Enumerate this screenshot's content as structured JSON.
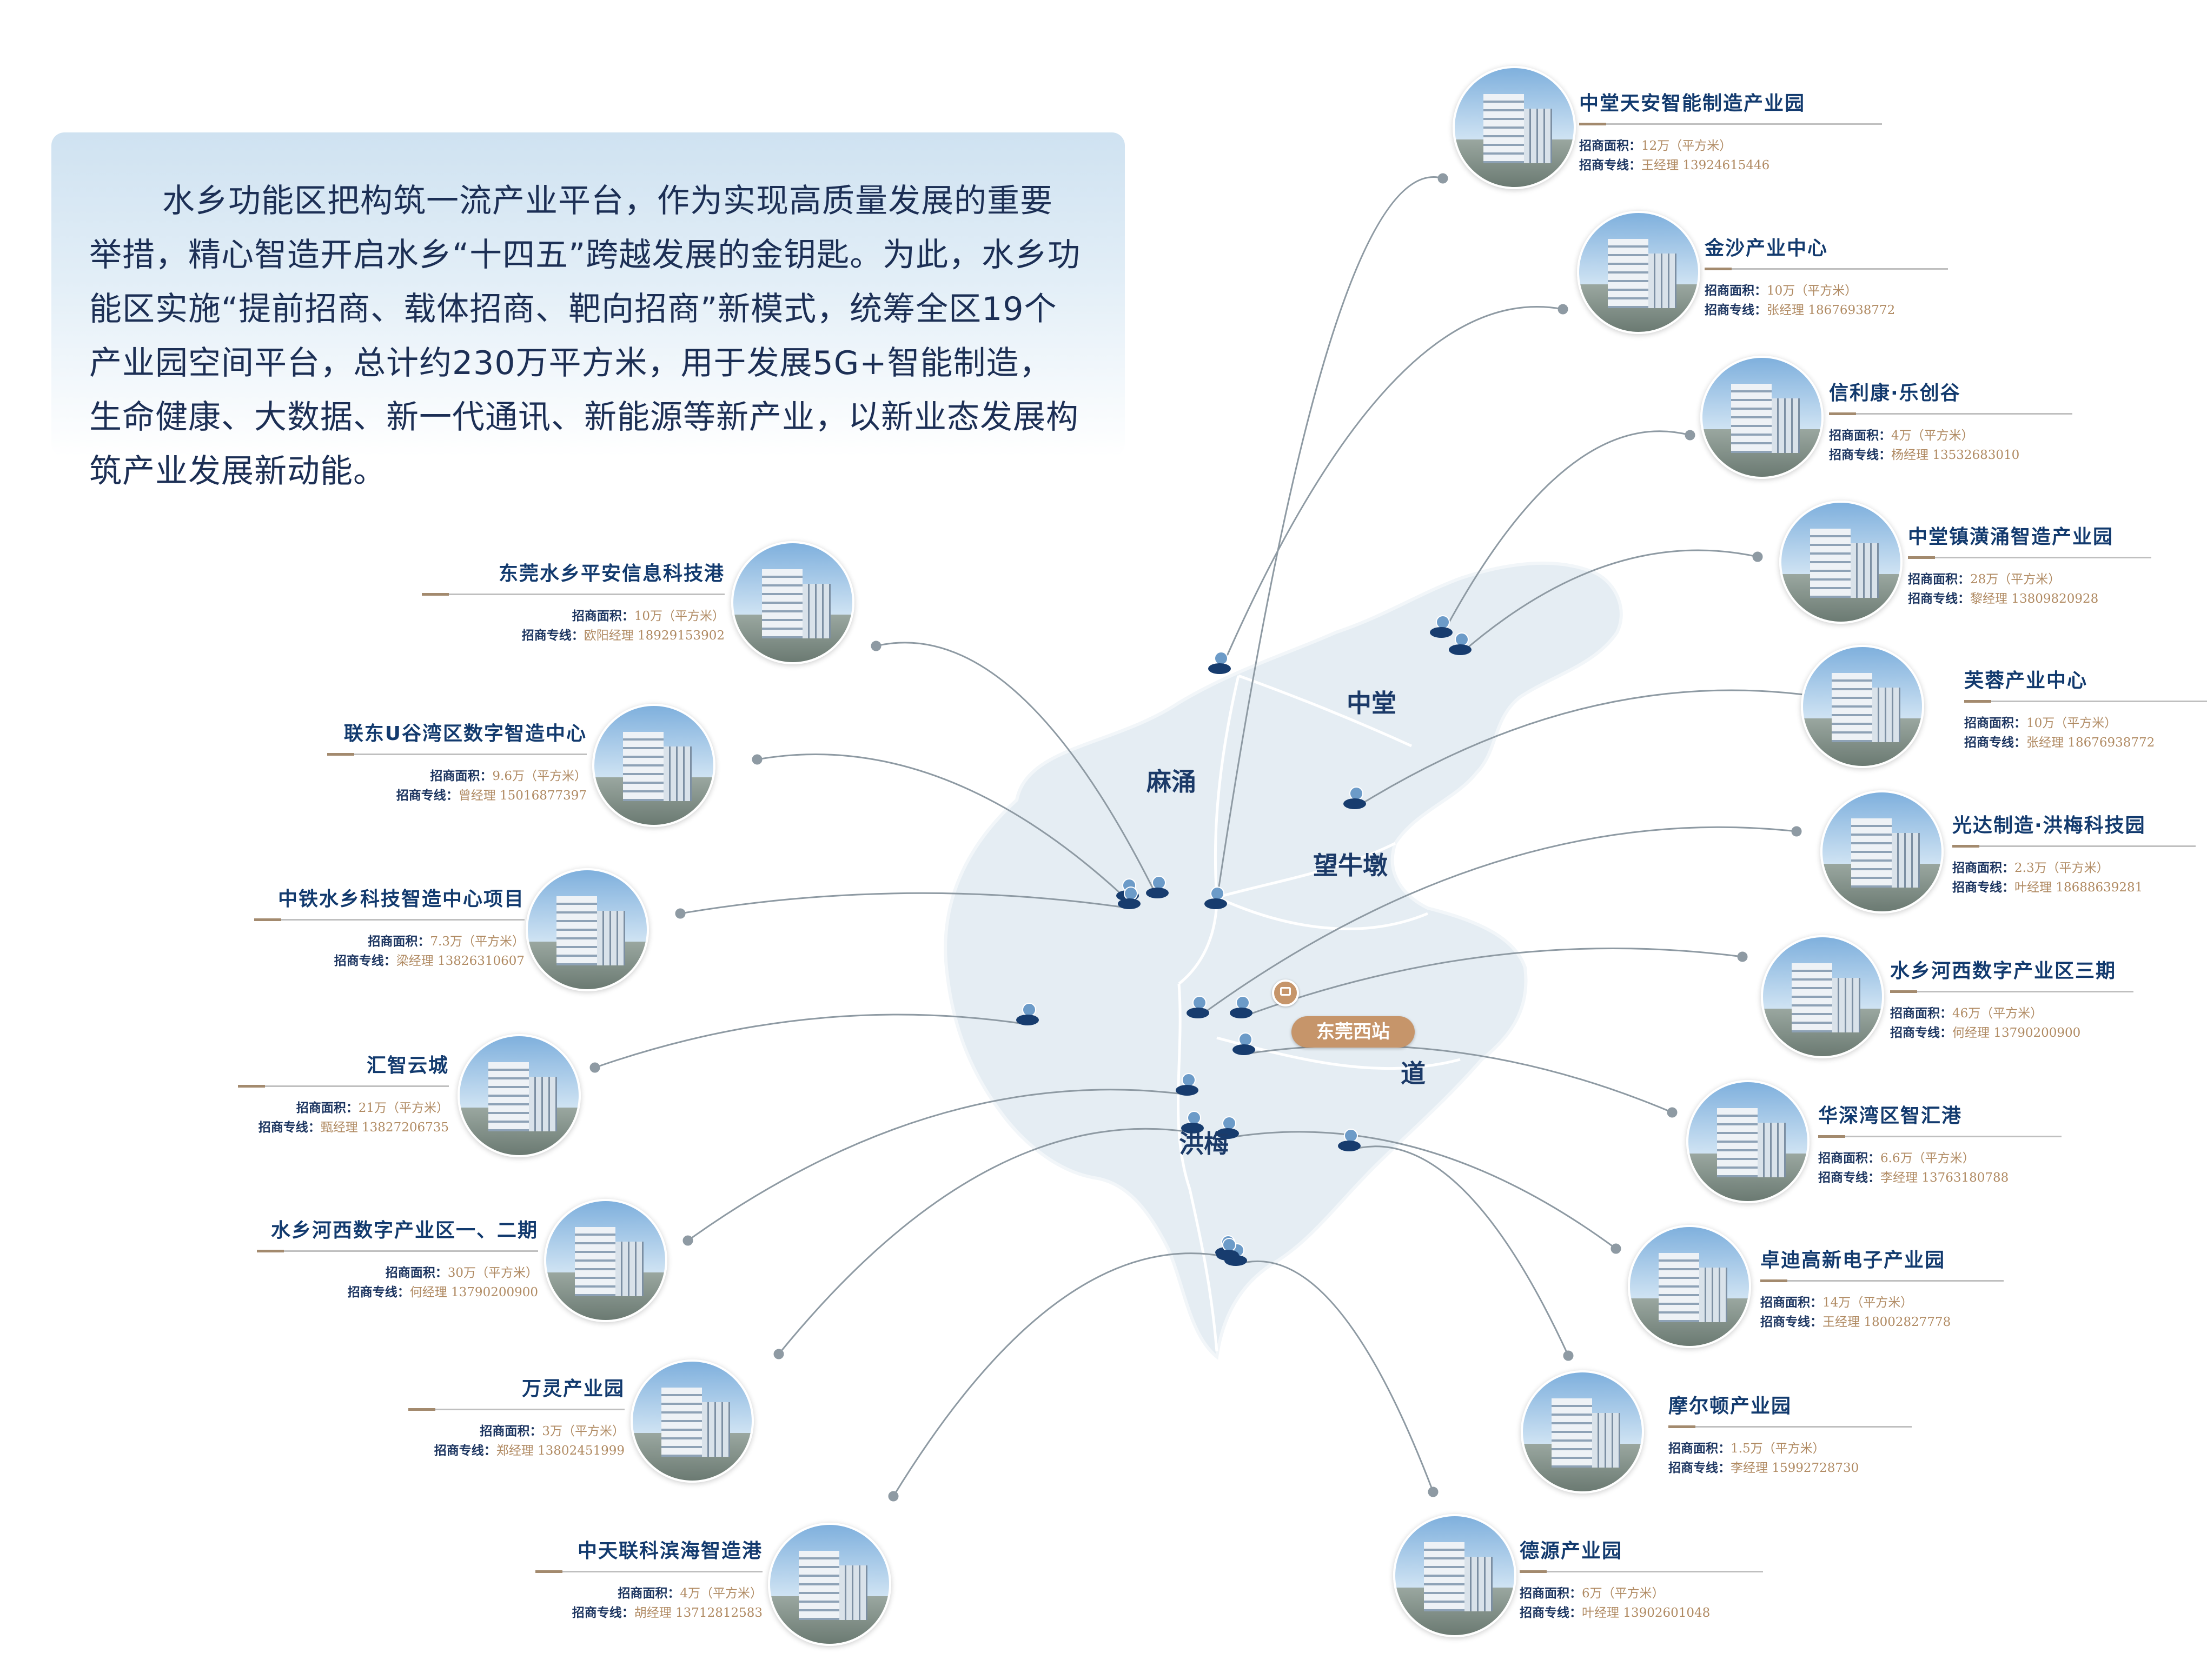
{
  "intro": {
    "text": "水乡功能区把构筑一流产业平台，作为实现高质量发展的重要举措，精心智造开启水乡“十四五”跨越发展的金钥匙。为此，水乡功能区实施“提前招商、载体招商、靶向招商”新模式，统筹全区19个产业园空间平台，总计约230万平方米，用于发展5G+智能制造，生命健康、大数据、新一代通讯、新能源等新产业，以新业态发展构筑产业发展新动能。"
  },
  "labels": {
    "area": "招商面积：",
    "phone": "招商专线："
  },
  "regions": {
    "zhongtang": "中堂",
    "mayong": "麻涌",
    "wangniudun": "望牛墩",
    "daojiao": "道",
    "hongmei": "洪梅"
  },
  "station": {
    "label": "东莞西站"
  },
  "map": {
    "land_color": "#e5edf3",
    "pin_color": "#173c6e",
    "accent_color": "#c6956a"
  },
  "parks_left": [
    {
      "name": "东莞水乡平安信息科技港",
      "area": "10万（平方米）",
      "phone": "欧阳经理 18929153902"
    },
    {
      "name": "联东U谷湾区数字智造中心",
      "area": "9.6万（平方米）",
      "phone": "曾经理 15016877397"
    },
    {
      "name": "中铁水乡科技智造中心项目",
      "area": "7.3万（平方米）",
      "phone": "梁经理 13826310607"
    },
    {
      "name": "汇智云城",
      "area": "21万（平方米）",
      "phone": "甄经理 13827206735"
    },
    {
      "name": "水乡河西数字产业区一、二期",
      "area": "30万（平方米）",
      "phone": "何经理 13790200900"
    },
    {
      "name": "万灵产业园",
      "area": "3万（平方米）",
      "phone": "郑经理 13802451999"
    },
    {
      "name": "中天联科滨海智造港",
      "area": "4万（平方米）",
      "phone": "胡经理 13712812583"
    }
  ],
  "parks_right": [
    {
      "name": "中堂天安智能制造产业园",
      "area": "12万（平方米）",
      "phone": "王经理 13924615446"
    },
    {
      "name": "金沙产业中心",
      "area": "10万（平方米）",
      "phone": "张经理 18676938772"
    },
    {
      "name": "信利康·乐创谷",
      "area": "4万（平方米）",
      "phone": "杨经理 13532683010"
    },
    {
      "name": "中堂镇潢涌智造产业园",
      "area": "28万（平方米）",
      "phone": "黎经理 13809820928"
    },
    {
      "name": "芙蓉产业中心",
      "area": "10万（平方米）",
      "phone": "张经理 18676938772"
    },
    {
      "name": "光达制造·洪梅科技园",
      "area": "2.3万（平方米）",
      "phone": "叶经理 18688639281"
    },
    {
      "name": "水乡河西数字产业区三期",
      "area": "46万（平方米）",
      "phone": "何经理 13790200900"
    },
    {
      "name": "华深湾区智汇港",
      "area": "6.6万（平方米）",
      "phone": "李经理 13763180788"
    },
    {
      "name": "卓迪高新电子产业园",
      "area": "14万（平方米）",
      "phone": "王经理 18002827778"
    },
    {
      "name": "摩尔顿产业园",
      "area": "1.5万（平方米）",
      "phone": "李经理 15992728730"
    },
    {
      "name": "德源产业园",
      "area": "6万（平方米）",
      "phone": "叶经理 13902601048"
    }
  ]
}
